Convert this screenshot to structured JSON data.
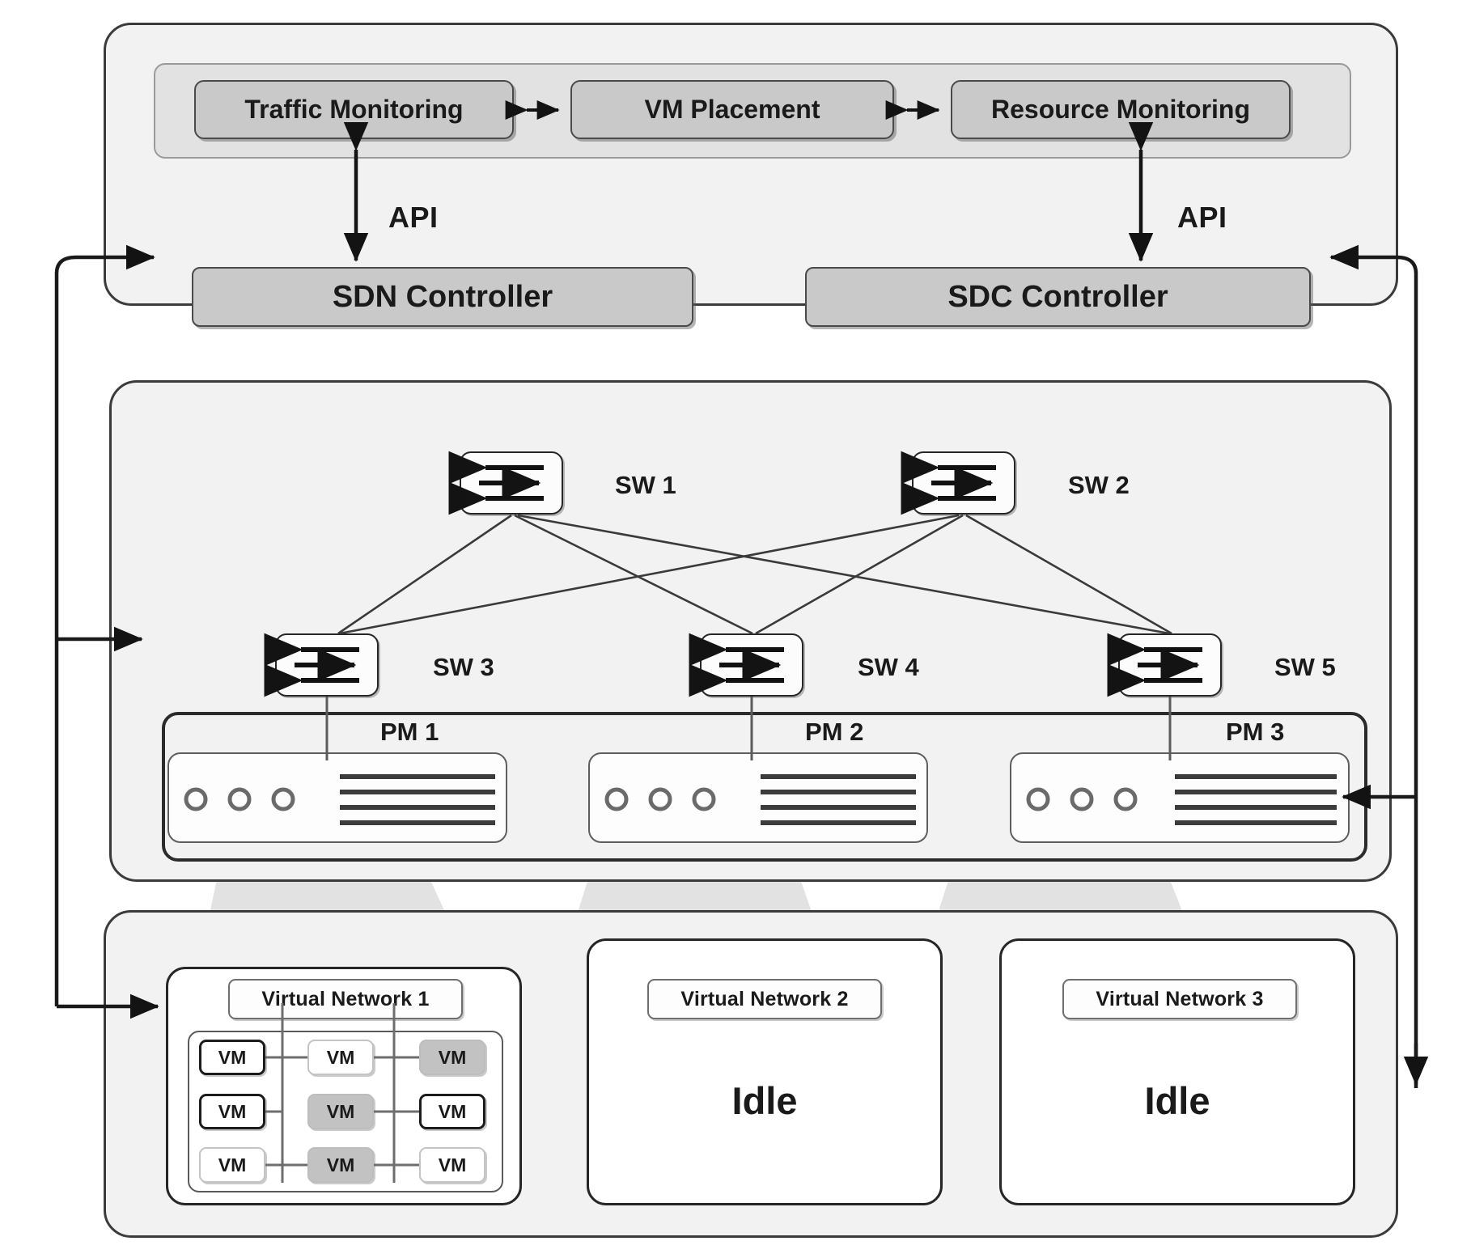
{
  "diagram": {
    "title": "SDN/SDC VM Placement Architecture",
    "layers": [
      {
        "name": "control-layer"
      },
      {
        "name": "infrastructure-layer"
      },
      {
        "name": "virtual-network-layer"
      }
    ]
  },
  "control_layer": {
    "modules": [
      {
        "id": "traffic-monitoring",
        "label": "Traffic Monitoring"
      },
      {
        "id": "vm-placement",
        "label": "VM Placement"
      },
      {
        "id": "resource-monitoring",
        "label": "Resource  Monitoring"
      }
    ],
    "controllers": [
      {
        "id": "sdn-controller",
        "label": "SDN Controller"
      },
      {
        "id": "sdc-controller",
        "label": "SDC Controller"
      }
    ],
    "api_labels": [
      "API",
      "API"
    ]
  },
  "infrastructure_layer": {
    "spine_switches": [
      {
        "id": "sw1",
        "label": "SW 1"
      },
      {
        "id": "sw2",
        "label": "SW 2"
      }
    ],
    "leaf_switches": [
      {
        "id": "sw3",
        "label": "SW 3"
      },
      {
        "id": "sw4",
        "label": "SW 4"
      },
      {
        "id": "sw5",
        "label": "SW 5"
      }
    ],
    "physical_machines": [
      {
        "id": "pm1",
        "label": "PM 1"
      },
      {
        "id": "pm2",
        "label": "PM 2"
      },
      {
        "id": "pm3",
        "label": "PM 3"
      }
    ],
    "server_icon": {
      "leds": 3,
      "lines": 4
    }
  },
  "virtual_layer": {
    "networks": [
      {
        "id": "vn1",
        "label": "Virtual Network 1",
        "state": "active",
        "idle_text": "",
        "vms": [
          {
            "label": "VM",
            "style": "bold"
          },
          {
            "label": "VM",
            "style": "light"
          },
          {
            "label": "VM",
            "style": "gray"
          },
          {
            "label": "VM",
            "style": "bold"
          },
          {
            "label": "VM",
            "style": "gray"
          },
          {
            "label": "VM",
            "style": "bold"
          },
          {
            "label": "VM",
            "style": "light"
          },
          {
            "label": "VM",
            "style": "gray"
          },
          {
            "label": "VM",
            "style": "light"
          }
        ]
      },
      {
        "id": "vn2",
        "label": "Virtual Network 2",
        "state": "idle",
        "idle_text": "Idle",
        "vms": []
      },
      {
        "id": "vn3",
        "label": "Virtual Network 3",
        "state": "idle",
        "idle_text": "Idle",
        "vms": []
      }
    ]
  },
  "colors": {
    "layer_fill": "#f2f2f2",
    "layer_border": "#3b3b3b",
    "module_fill": "#c9c9c9",
    "subpanel_fill": "#e2e2e2",
    "vm_gray": "#c2c2c2",
    "cone_fill": "#e0e0e0",
    "line": "#2b2b2b"
  }
}
